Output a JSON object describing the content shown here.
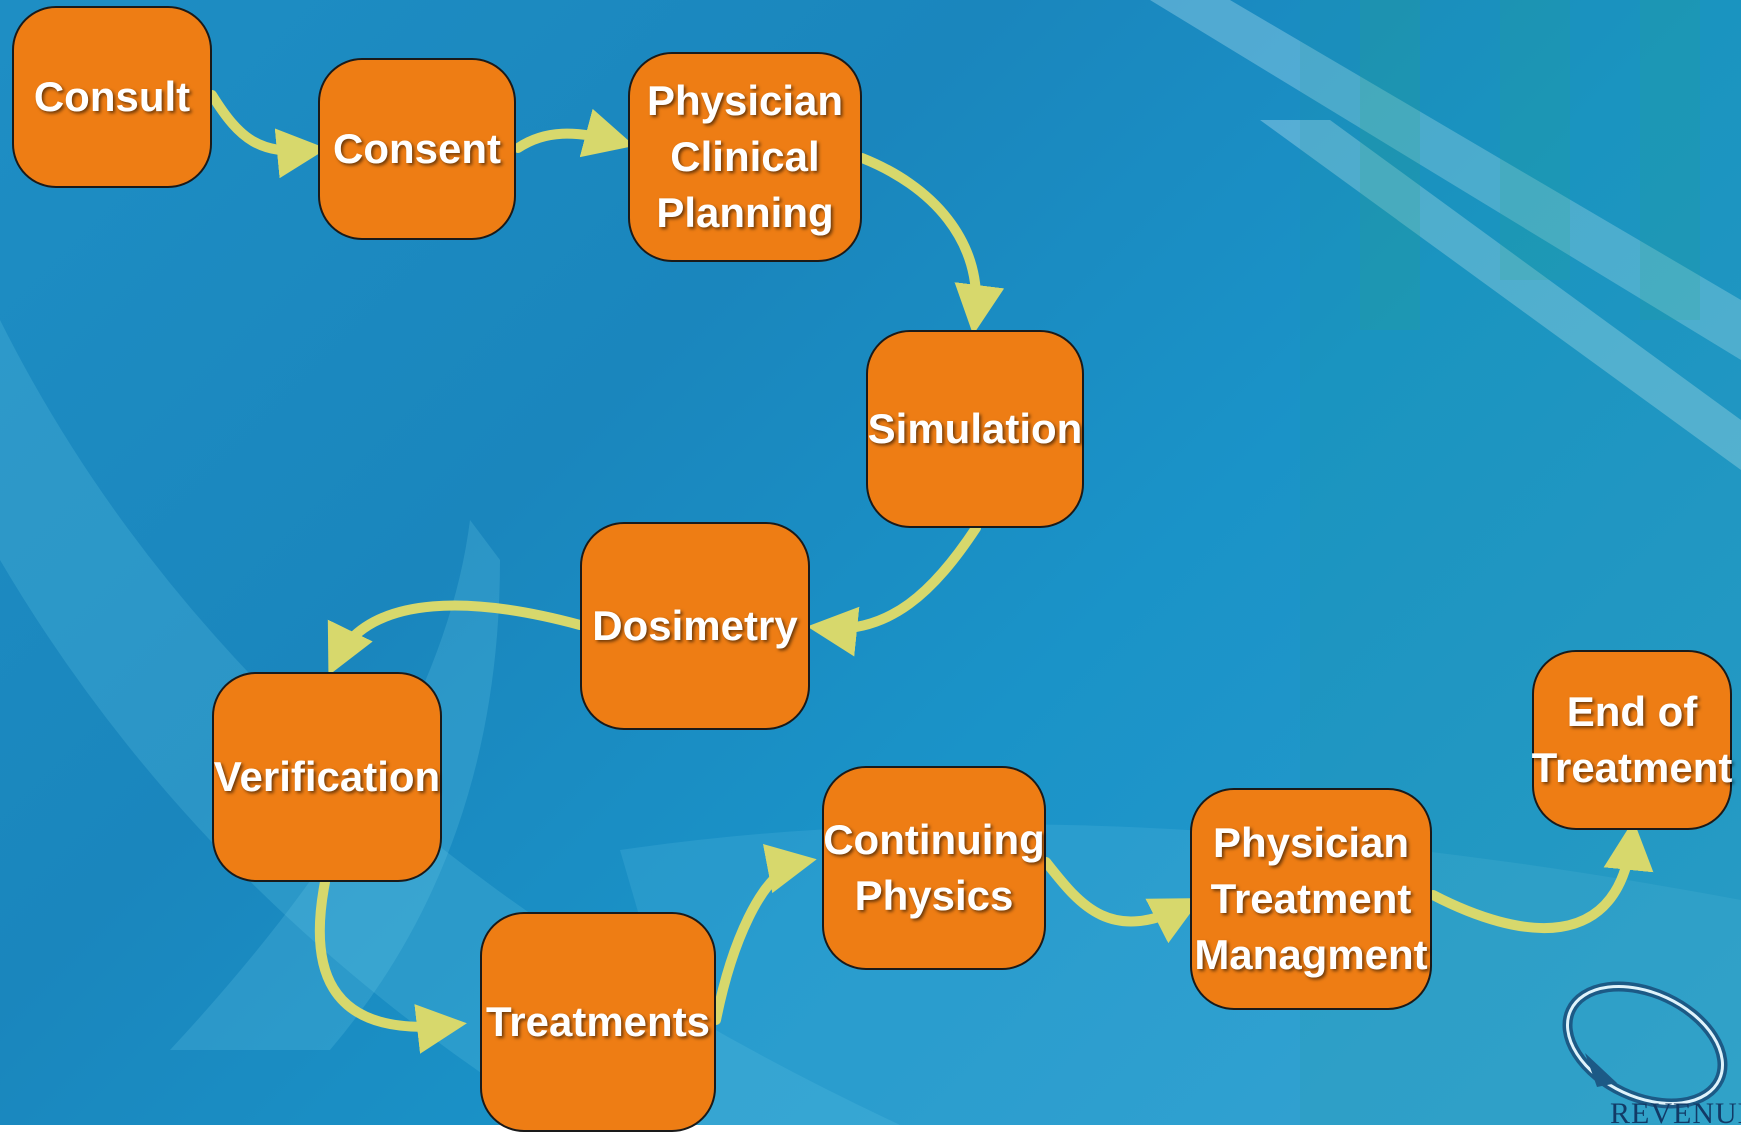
{
  "steps": [
    {
      "id": "consult",
      "label": "Consult"
    },
    {
      "id": "consent",
      "label": "Consent"
    },
    {
      "id": "physician-clinical-planning",
      "label": "Physician\nClinical\nPlanning"
    },
    {
      "id": "simulation",
      "label": "Simulation"
    },
    {
      "id": "dosimetry",
      "label": "Dosimetry"
    },
    {
      "id": "verification",
      "label": "Verification"
    },
    {
      "id": "treatments",
      "label": "Treatments"
    },
    {
      "id": "continuing-physics",
      "label": "Continuing\nPhysics"
    },
    {
      "id": "physician-treatment-managment",
      "label": "Physician\nTreatment\nManagment"
    },
    {
      "id": "end-of-treatment",
      "label": "End of\nTreatment"
    }
  ],
  "flow": [
    [
      "consult",
      "consent"
    ],
    [
      "consent",
      "physician-clinical-planning"
    ],
    [
      "physician-clinical-planning",
      "simulation"
    ],
    [
      "simulation",
      "dosimetry"
    ],
    [
      "dosimetry",
      "verification"
    ],
    [
      "verification",
      "treatments"
    ],
    [
      "treatments",
      "continuing-physics"
    ],
    [
      "continuing-physics",
      "physician-treatment-managment"
    ],
    [
      "physician-treatment-managment",
      "end-of-treatment"
    ]
  ],
  "logo": {
    "text": "REVENUE",
    "icon": "revenue-cycle-logo-icon"
  },
  "colors": {
    "box_fill": "#ee7d14",
    "box_border": "#1a1a1a",
    "arrow": "#d7d86c",
    "background": "#1a8fc6"
  }
}
